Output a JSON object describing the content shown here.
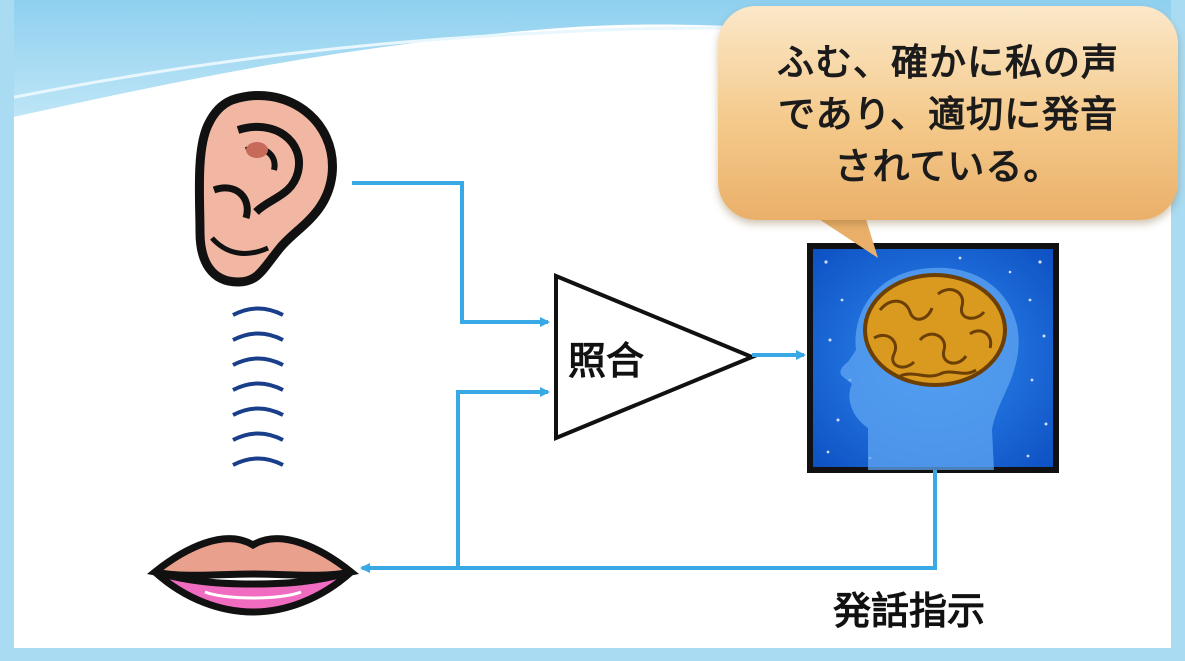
{
  "speech_bubble": {
    "lines": [
      "ふむ、確かに私の声",
      "であり、適切に発音",
      "されている。"
    ]
  },
  "comparator_label": "照合",
  "speech_command_label": "発話指示",
  "colors": {
    "arrow": "#39a9e6",
    "background_band": "#a9dcf3",
    "bubble": "#f4c98a",
    "brain_panel": "#1565d8"
  },
  "icons": [
    "ear-icon",
    "sound-waves-icon",
    "lips-icon",
    "brain-head-icon"
  ]
}
